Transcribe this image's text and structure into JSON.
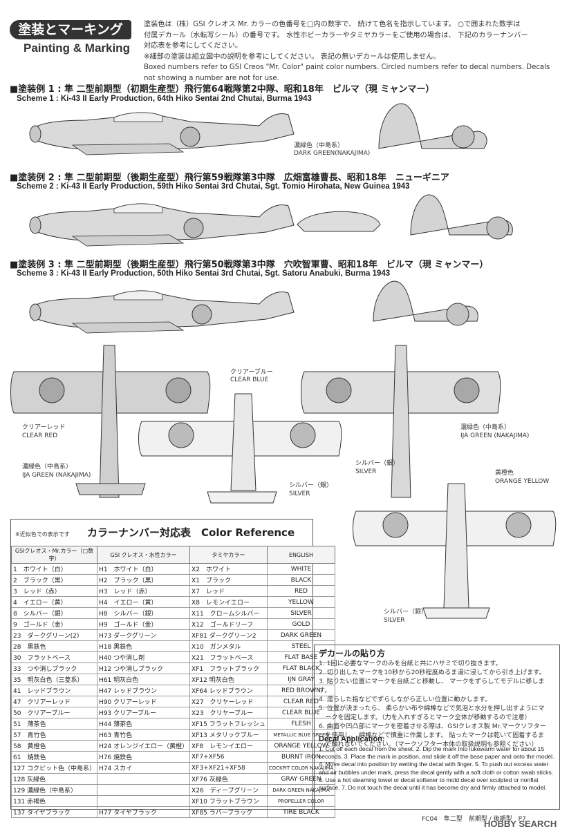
{
  "header": {
    "title_jp": "塗装とマーキング",
    "title_en": "Painting & Marking",
    "intro": [
      "塗装色は（株）GSI クレオス Mr. カラーの色番号を□内の数字で、 続けて色名を指示しています。 ○で囲まれた数字は",
      "付属デカール（水転写シール）の番号です。 水性ホビーカラーやタミヤカラーをご使用の場合は、 下記のカラーナンバー",
      "対応表を参考にしてください。",
      "※細部の塗装は組立図中の説明を参考にしてください。 表記の無いデカールは使用しません。",
      "Boxed numbers refer to GSI Creos \"Mr. Color\" paint color numbers. Circled numbers refer to decal numbers. Decals",
      "not showing a number are not for use."
    ]
  },
  "schemes": [
    {
      "jp": "■塗装例 1 : 隼 二型前期型（初期生産型）飛行第64戦隊第2中隊、昭和18年　ビルマ（現 ミャンマー）",
      "en": "Scheme 1 :  Ki-43 II Early Production, 64th Hiko Sentai 2nd Chutai, Burma 1943"
    },
    {
      "jp": "■塗装例 2 : 隼 二型前期型（後期生産型）飛行第59戦隊第3中隊　広畑富雄曹長、昭和18年　ニューギニア",
      "en": "Scheme 2 :  Ki-43 II Early Production, 59th Hiko Sentai 3rd Chutai, Sgt. Tomio Hirohata, New Guinea 1943"
    },
    {
      "jp": "■塗装例 3 : 隼 二型前期型（後期生産型）飛行第50戦隊第3中隊　穴吹智軍曹、昭和18年　ビルマ（現 ミャンマー）",
      "en": "Scheme 3 :  Ki-43 II Early Production, 50th Hiko Sentai 3rd Chutai, Sgt. Satoru Anabuki, Burma 1943"
    }
  ],
  "labels": {
    "green1_jp": "濃緑色（中島系）",
    "green1_en": "DARK GREEN(NAKAJIMA)",
    "clear_blue_jp": "クリアーブルー",
    "clear_blue_en": "CLEAR BLUE",
    "clear_red_jp": "クリアーレッド",
    "clear_red_en": "CLEAR RED",
    "ija_jp": "濃緑色（中島系）",
    "ija_en": "IJA GREEN (NAKAJIMA)",
    "silver_jp": "シルバー（銀）",
    "silver_en": "SILVER",
    "orange_jp": "黄橙色",
    "orange_en": "ORANGE YELLOW"
  },
  "color_table": {
    "note": "※近似色での表示です",
    "title": "カラーナンバー対応表　Color Reference",
    "headers": [
      "GSIクレオス・Mr.カラー（□数字）",
      "GSI クレオス・水性カラー",
      "タミヤカラー",
      "ENGLISH"
    ],
    "rows": [
      [
        "1　ホワイト（白）",
        "H1　ホワイト（白）",
        "X2　ホワイト",
        "WHITE"
      ],
      [
        "2　ブラック（黒）",
        "H2　ブラック（黒）",
        "X1　ブラック",
        "BLACK"
      ],
      [
        "3　レッド（赤）",
        "H3　レッド（赤）",
        "X7　レッド",
        "RED"
      ],
      [
        "4　イエロー（黄）",
        "H4　イエロー（黄）",
        "X8　レモンイエロー",
        "YELLOW"
      ],
      [
        "8　シルバー（銀）",
        "H8　シルバー（銀）",
        "X11　クロームシルバー",
        "SILVER"
      ],
      [
        "9　ゴールド（金）",
        "H9　ゴールド（金）",
        "X12　ゴールドリーフ",
        "GOLD"
      ],
      [
        "23　ダークグリーン(2)",
        "H73 ダークグリーン",
        "XF81 ダークグリーン2",
        "DARK GREEN"
      ],
      [
        "28　黒鉄色",
        "H18 黒鉄色",
        "X10　ガンメタル",
        "STEEL"
      ],
      [
        "30　フラットベース",
        "H40 つや消し剤",
        "X21　フラットベース",
        "FLAT BASE"
      ],
      [
        "33　つや消しブラック",
        "H12 つや消しブラック",
        "XF1　フラットブラック",
        "FLAT BLACK"
      ],
      [
        "35　明灰白色（三菱系）",
        "H61 明灰白色",
        "XF12 明灰白色",
        "IJN GRAY"
      ],
      [
        "41　レッドブラウン",
        "H47 レッドブラウン",
        "XF64 レッドブラウン",
        "RED BROWN"
      ],
      [
        "47　クリアーレッド",
        "H90 クリアーレッド",
        "X27　クリヤーレッド",
        "CLEAR RED"
      ],
      [
        "50　クリアーブルー",
        "H93 クリアーブルー",
        "X23　クリヤーブルー",
        "CLEAR BLUE"
      ],
      [
        "51　薄茶色",
        "H44 薄茶色",
        "XF15 フラットフレッシュ",
        "FLESH"
      ],
      [
        "57　青竹色",
        "H63 青竹色",
        "XF13 メタリックブルー",
        "METALLIC BLUE GREEN"
      ],
      [
        "58　黄橙色",
        "H24 オレンジイエロー（黄橙）",
        "XF8　レモンイエロー",
        "ORANGE YELLOW"
      ],
      [
        "61　焼鉄色",
        "H76 焼鉄色",
        "XF7+XF56",
        "BURNT IRON"
      ],
      [
        "127 コクピット色（中島系）",
        "H74 スカイ",
        "XF3+XF21+XF58",
        "COCKPIT COLOR NAKAJIMA"
      ],
      [
        "128 灰緑色",
        "",
        "XF76 灰緑色",
        "GRAY GREEN"
      ],
      [
        "129 濃緑色（中島系）",
        "",
        "X26　ディープグリーン",
        "DARK GREEN NAKAJIMA"
      ],
      [
        "131 赤褐色",
        "",
        "XF10 フラットブラウン",
        "PROPELLER COLOR"
      ],
      [
        "137 タイヤブラック",
        "H77 タイヤブラック",
        "XF85 ラバーブラック",
        "TIRE BLACK"
      ]
    ]
  },
  "decal": {
    "title_jp": "デカールの貼り方",
    "steps_jp": [
      "1. 1回に必要なマークのみを台紙と共にハサミで切り抜きます。",
      "2. 切り出したマークを10秒から20秒程度ぬるま湯に浸してから引き上げます。",
      "3. 貼りたい位置にマークを台紙ごと移動し、 マークをずらしてモデルに移します。",
      "4. 濡らした指などでずらしながら正しい位置に動かします。",
      "5. 位置が決まったら、 柔らかい布や綿棒などで気泡と水分を押し出すようにマ",
      "　ークを固定します。（力を入れすぎるとマーク全体が移動するので注意）",
      "6. 曲面や凹凸部にマークを密着させる際は、GSIクレオス製 Mr.マークソフター",
      "　を使用し、 綿棒などで慎重に作業します。 貼ったマークは乾いて固着するま",
      "　で触れないでください。（マークソフター本体の取扱説明も参照ください）"
    ],
    "title_en": "Decal Application:",
    "text_en": "1. Cut off each decal from the sheet.  2. Dip the mark into lukewarm water for about 15 seconds.  3. Place the mark in position, and slide it off the base paper and onto the model.  4. Move decal into position by wetting the decal with finger.  5. To push out excess water and air bubbles under mark, press the decal gently with a soft cloth or cotton swab sticks.  6. Use a hot steaming towel or decal softener to mold decal over sculpted or nonflat surface.  7. Do not touch the decal until it has become dry and firmly attached to model."
  },
  "footer": {
    "text": "FC04　隼二型　前期型 / 後期型　P7",
    "watermark": "HOBBY SEARCH"
  }
}
